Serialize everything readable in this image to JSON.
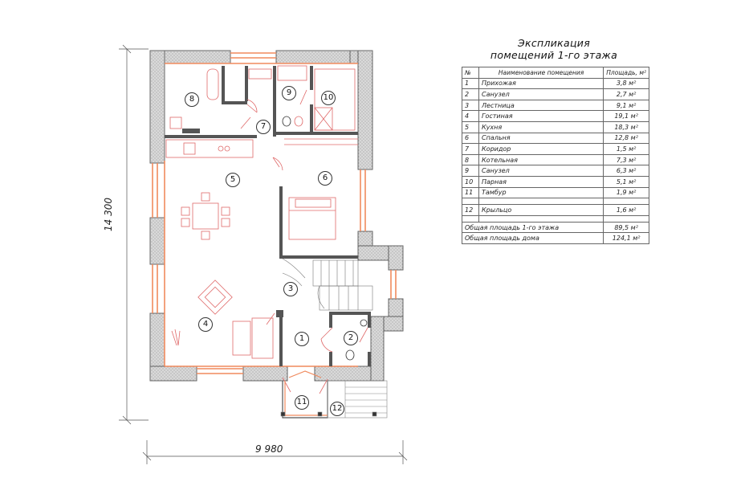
{
  "dimensions": {
    "width": "9 980",
    "height": "14 300"
  },
  "explication": {
    "title_line1": "Экспликация",
    "title_line2": "помещений 1-го этажа",
    "headers": {
      "num": "№",
      "name": "Наименование помещения",
      "area": "Площадь, м²"
    },
    "rooms": [
      {
        "num": "1",
        "name": "Прихожая",
        "area": "3,8 м²"
      },
      {
        "num": "2",
        "name": "Санузел",
        "area": "2,7 м²"
      },
      {
        "num": "3",
        "name": "Лестница",
        "area": "9,1 м²"
      },
      {
        "num": "4",
        "name": "Гостиная",
        "area": "19,1 м²"
      },
      {
        "num": "5",
        "name": "Кухня",
        "area": "18,3 м²"
      },
      {
        "num": "6",
        "name": "Спальня",
        "area": "12,8 м²"
      },
      {
        "num": "7",
        "name": "Коридор",
        "area": "1,5 м²"
      },
      {
        "num": "8",
        "name": "Котельная",
        "area": "7,3 м²"
      },
      {
        "num": "9",
        "name": "Санузел",
        "area": "6,3 м²"
      },
      {
        "num": "10",
        "name": "Парная",
        "area": "5,1 м²"
      },
      {
        "num": "11",
        "name": "Тамбур",
        "area": "1,9 м²"
      }
    ],
    "porch": {
      "num": "12",
      "name": "Крыльцо",
      "area": "1,6 м²"
    },
    "totals": [
      {
        "name": "Общая площадь 1-го этажа",
        "area": "89,5 м²"
      },
      {
        "name": "Общая площадь дома",
        "area": "124,1 м²"
      }
    ]
  },
  "room_numbers": [
    "1",
    "2",
    "3",
    "4",
    "5",
    "6",
    "7",
    "8",
    "9",
    "10",
    "11",
    "12"
  ],
  "colors": {
    "wall": "#6f6f6f",
    "wall_fill": "#d8d8d8",
    "accent": "#f08a5d",
    "furniture": "#e06a6a",
    "line": "#333333"
  }
}
